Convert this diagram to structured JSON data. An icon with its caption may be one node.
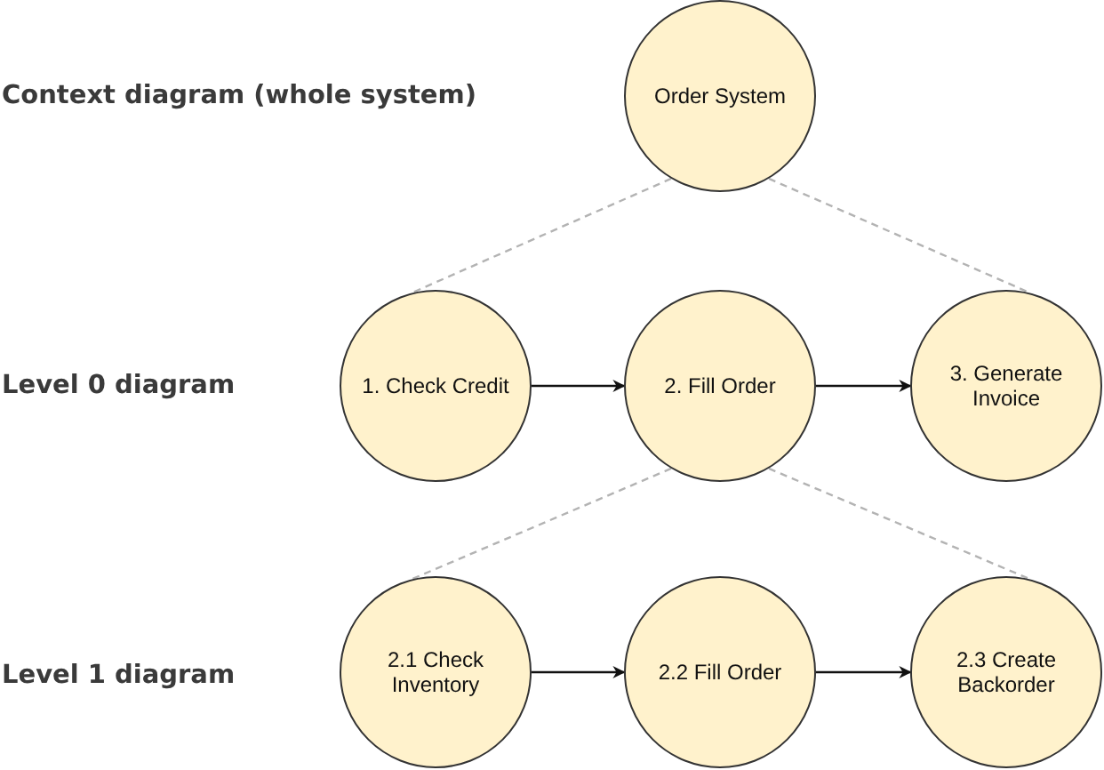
{
  "diagram": {
    "nodes": [
      {
        "text": [
          "Order System"
        ]
      },
      {
        "text": [
          "1. Check Credit"
        ]
      },
      {
        "text": [
          "2. Fill Order"
        ]
      },
      {
        "text": [
          "3. Generate Invoice"
        ]
      },
      {
        "text": [
          "2.1 Check Inventory"
        ]
      },
      {
        "text": [
          "2.2 Fill Order"
        ]
      },
      {
        "text": [
          "2.3 Create Backorder"
        ]
      }
    ],
    "edges": [
      {
        "from": 0,
        "to": 1,
        "arrow": "none",
        "style": "dashed",
        "color": "#b3b3b3"
      },
      {
        "from": 0,
        "to": 3,
        "arrow": "none",
        "style": "dashed",
        "color": "#b3b3b3"
      },
      {
        "from": 1,
        "to": 2,
        "arrow": "to",
        "color": "#111111"
      },
      {
        "from": 2,
        "to": 3,
        "arrow": "to",
        "color": "#111111"
      },
      {
        "from": 2,
        "to": 4,
        "arrow": "none",
        "style": "dashed",
        "color": "#b3b3b3"
      },
      {
        "from": 2,
        "to": 6,
        "arrow": "none",
        "style": "dashed",
        "color": "#b3b3b3"
      },
      {
        "from": 4,
        "to": 5,
        "arrow": "to",
        "color": "#111111"
      },
      {
        "from": 5,
        "to": 6,
        "arrow": "to",
        "color": "#111111"
      }
    ],
    "labels": [
      "Context diagram (whole system)",
      "Level 0 diagram",
      "Level 1 diagram"
    ]
  }
}
